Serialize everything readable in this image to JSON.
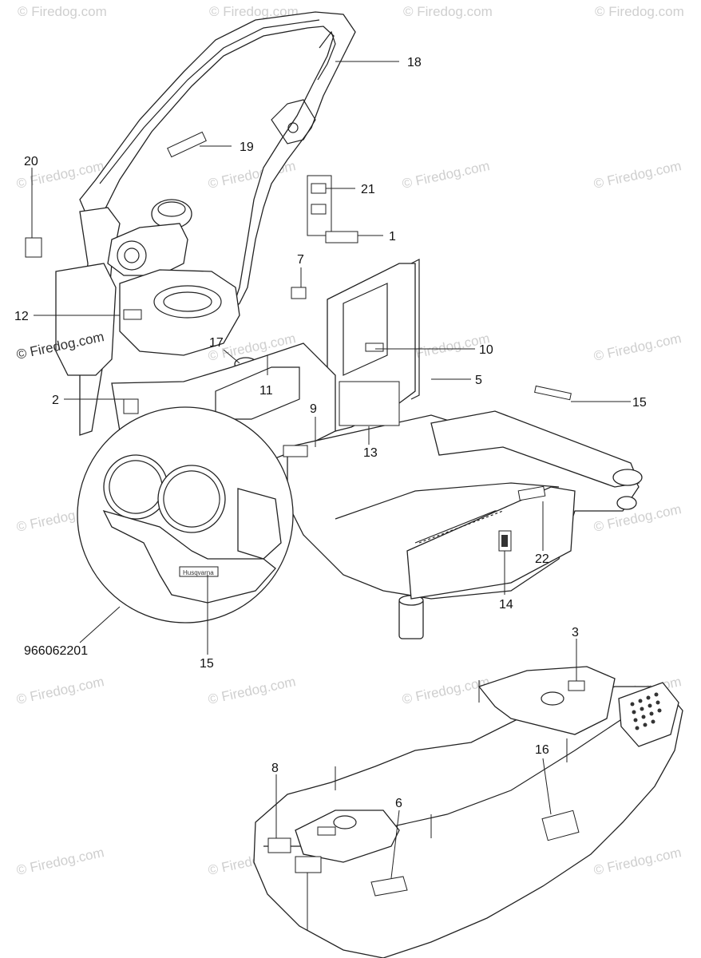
{
  "diagram": {
    "callouts": [
      {
        "id": "c18",
        "label": "18"
      },
      {
        "id": "c19",
        "label": "19"
      },
      {
        "id": "c20",
        "label": "20"
      },
      {
        "id": "c21",
        "label": "21"
      },
      {
        "id": "c1",
        "label": "1"
      },
      {
        "id": "c7",
        "label": "7"
      },
      {
        "id": "c12",
        "label": "12"
      },
      {
        "id": "c17",
        "label": "17"
      },
      {
        "id": "c10",
        "label": "10"
      },
      {
        "id": "c11",
        "label": "11"
      },
      {
        "id": "c5",
        "label": "5"
      },
      {
        "id": "c2",
        "label": "2"
      },
      {
        "id": "c9",
        "label": "9"
      },
      {
        "id": "c15a",
        "label": "15"
      },
      {
        "id": "c13",
        "label": "13"
      },
      {
        "id": "c22",
        "label": "22"
      },
      {
        "id": "c14",
        "label": "14"
      },
      {
        "id": "c15b",
        "label": "15"
      },
      {
        "id": "c3",
        "label": "3"
      },
      {
        "id": "c16",
        "label": "16"
      },
      {
        "id": "c8",
        "label": "8"
      },
      {
        "id": "c6",
        "label": "6"
      }
    ],
    "kit_part_number": "966062201",
    "watermark_text": "© Firedog.com",
    "logo_text": "Husqvarna"
  }
}
